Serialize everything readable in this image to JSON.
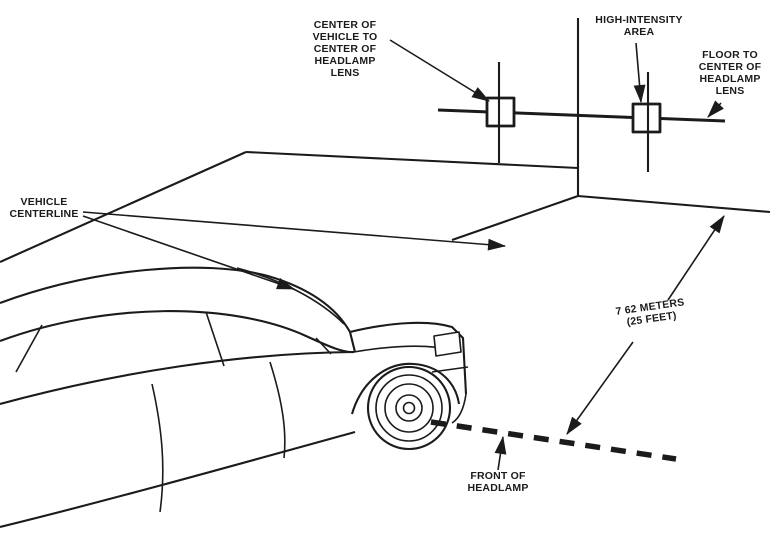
{
  "diagram": {
    "title_semantic": "headlamp-aiming-diagram",
    "labels": {
      "center_of_vehicle": "CENTER OF\nVEHICLE TO\nCENTER OF\nHEADLAMP\nLENS",
      "high_intensity": "HIGH-INTENSITY\nAREA",
      "floor_to_center": "FLOOR TO\nCENTER OF\nHEADLAMP\nLENS",
      "vehicle_centerline": "VEHICLE\nCENTERLINE",
      "distance": "7 62 METERS\n(25 FEET)",
      "front_of_headlamp": "FRONT OF\nHEADLAMP"
    },
    "colors": {
      "ink": "#1b1b1b",
      "background": "#ffffff"
    }
  }
}
